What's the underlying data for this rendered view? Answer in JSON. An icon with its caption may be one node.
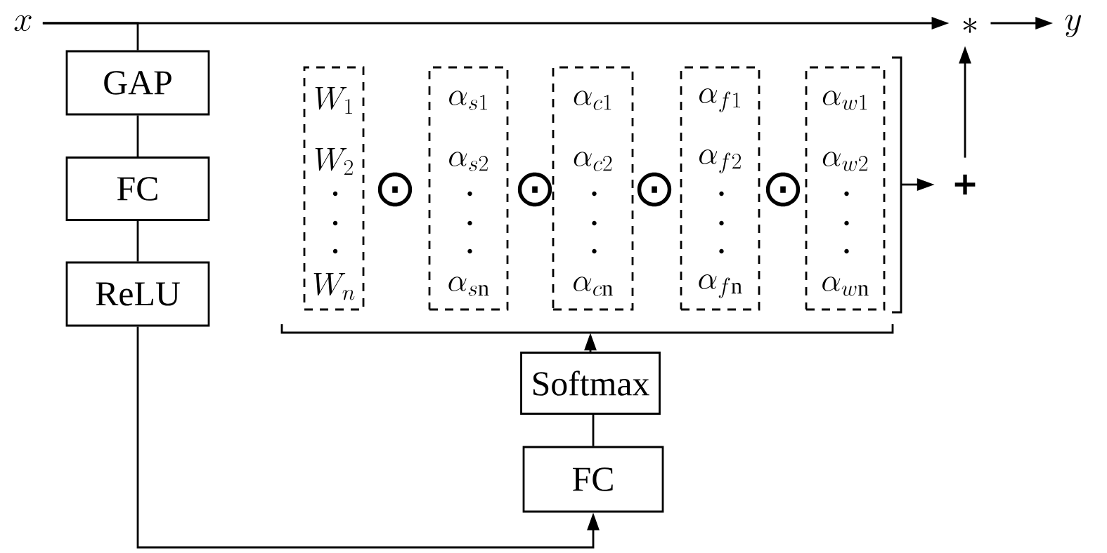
{
  "diagram": {
    "nodes": [
      {
        "text": [
          "x"
        ]
      },
      {
        "text": [
          "*"
        ]
      },
      {
        "text": [
          "y"
        ]
      },
      {
        "text": [
          "GAP"
        ]
      },
      {
        "text": [
          "FC"
        ]
      },
      {
        "text": [
          "ReLU"
        ]
      },
      {
        "text": [],
        "shape": "bracket"
      },
      {
        "text": [
          "W_{1}",
          "W_{2}",
          "W_{n}"
        ],
        "in": 6
      },
      {
        "text": [
          "\\alpha_{s1}",
          "\\alpha_{s2}",
          "\\alpha_{s\\mathrm{n}}"
        ],
        "in": 6
      },
      {
        "text": [
          "\\alpha_{c1}",
          "\\alpha_{c2}",
          "\\alpha_{c\\mathrm{n}}"
        ],
        "in": 6
      },
      {
        "text": [
          "\\alpha_{f1}",
          "\\alpha_{f2}",
          "\\alpha_{f\\mathrm{n}}"
        ],
        "in": 6
      },
      {
        "text": [
          "\\alpha_{w1}",
          "\\alpha_{w2}",
          "\\alpha_{w\\mathrm{n}}"
        ],
        "in": 6
      },
      {
        "text": [
          "+"
        ]
      },
      {
        "text": [
          "Softmax"
        ]
      },
      {
        "text": [
          "FC"
        ]
      }
    ],
    "edges": [
      {
        "from": 0,
        "to": 1,
        "arrow": "to"
      },
      {
        "from": 0,
        "to": 3,
        "arrow": "none"
      },
      {
        "from": 3,
        "to": 4,
        "arrow": "none"
      },
      {
        "from": 4,
        "to": 5,
        "arrow": "none"
      },
      {
        "from": 5,
        "to": 14,
        "arrow": "to"
      },
      {
        "from": 14,
        "to": 13,
        "arrow": "none"
      },
      {
        "from": 13,
        "to": 6,
        "arrow": "to"
      },
      {
        "from": 6,
        "to": 12,
        "arrow": "to"
      },
      {
        "from": 12,
        "to": 1,
        "arrow": "to"
      },
      {
        "from": 1,
        "to": 2,
        "arrow": "to"
      }
    ],
    "labels": [
      "⊙",
      "⊙",
      "⊙",
      "⊙"
    ]
  }
}
